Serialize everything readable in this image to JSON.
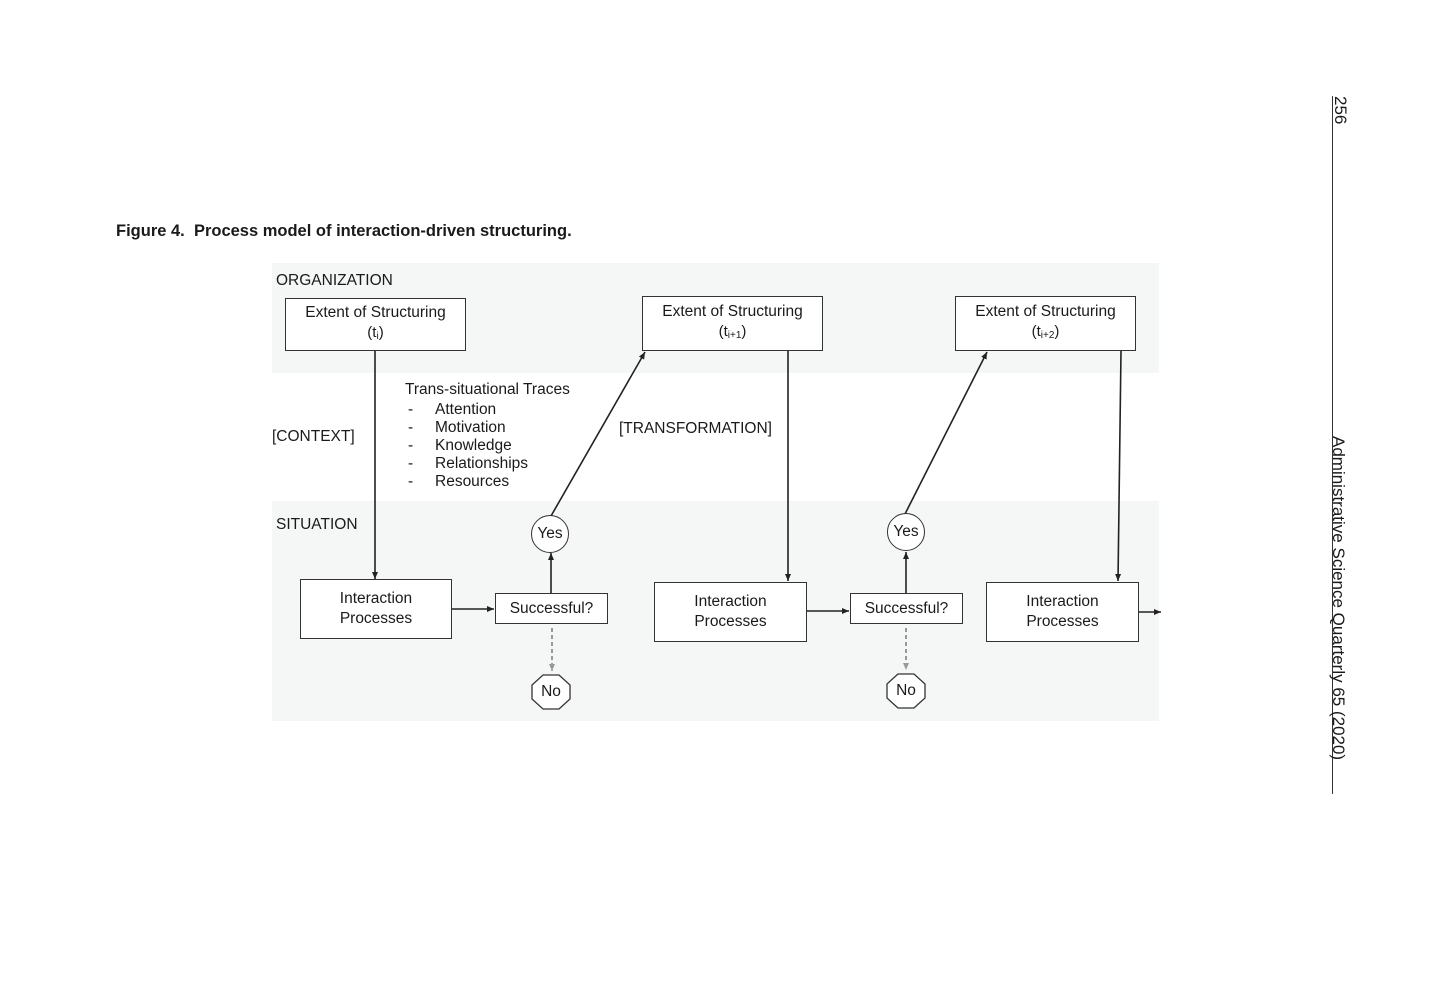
{
  "caption": {
    "label": "Figure 4.",
    "title": "Process model of interaction-driven structuring."
  },
  "running_head": "Administrative Science Quarterly 65 (2020)",
  "page_number": "256",
  "layers": {
    "organization": "ORGANIZATION",
    "context": "[CONTEXT]",
    "situation": "SITUATION"
  },
  "transformation_label": "[TRANSFORMATION]",
  "traces": {
    "title": "Trans-situational Traces",
    "bullet": "-",
    "items": [
      "Attention",
      "Motivation",
      "Knowledge",
      "Relationships",
      "Resources"
    ]
  },
  "extent_boxes": [
    {
      "title": "Extent of Structuring",
      "open": "(t",
      "subscript": "i",
      "close": ")"
    },
    {
      "title": "Extent of Structuring",
      "open": "(t",
      "subscript": "i+1",
      "close": ")"
    },
    {
      "title": "Extent of Structuring",
      "open": "(t",
      "subscript": "i+2",
      "close": ")"
    }
  ],
  "interaction_boxes": [
    {
      "line1": "Interaction",
      "line2": "Processes"
    },
    {
      "line1": "Interaction",
      "line2": "Processes"
    },
    {
      "line1": "Interaction",
      "line2": "Processes"
    }
  ],
  "decisions": [
    {
      "question": "Successful?",
      "yes": "Yes",
      "no": "No"
    },
    {
      "question": "Successful?",
      "yes": "Yes",
      "no": "No"
    }
  ],
  "colors": {
    "line": "#222222",
    "dashed": "#999999",
    "band": "#f5f6f6"
  }
}
